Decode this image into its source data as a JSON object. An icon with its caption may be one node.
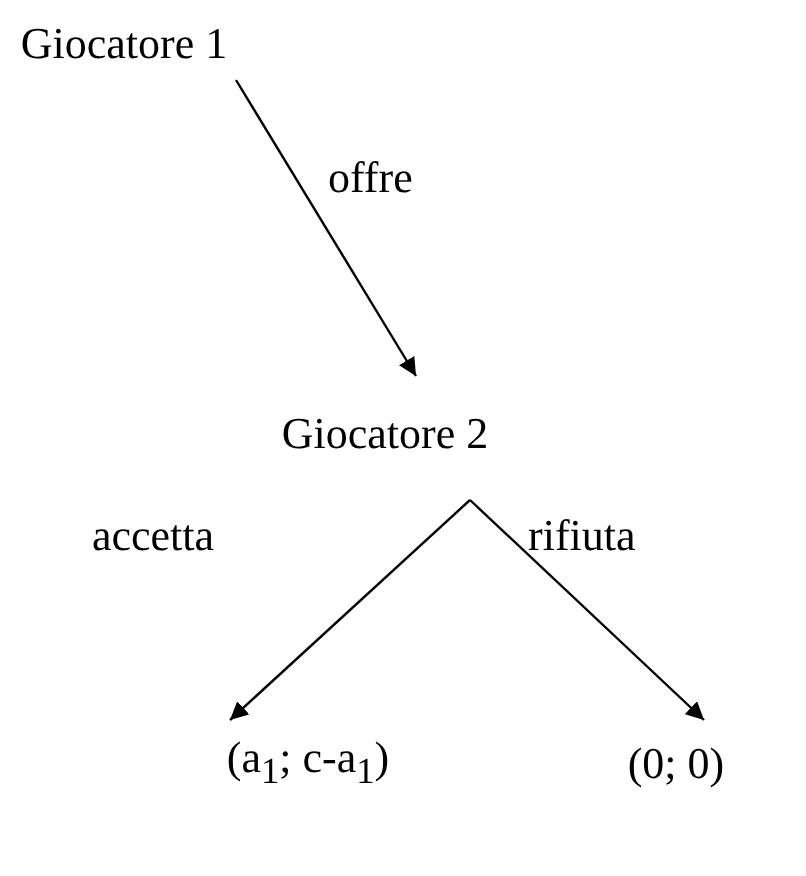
{
  "diagram": {
    "nodes": [
      {
        "text": [
          "Giocatore 1"
        ]
      },
      {
        "text": [
          "Giocatore 2"
        ]
      },
      {
        "text": [
          "(a$_{1}$; c-a$_{1}$)"
        ]
      },
      {
        "text": [
          "(0; 0)"
        ]
      }
    ],
    "edges": [
      {
        "from": 0,
        "to": 1,
        "arrow": "to",
        "label": "offre"
      },
      {
        "from": 1,
        "to": 2,
        "arrow": "to",
        "label": "accetta"
      },
      {
        "from": 1,
        "to": 3,
        "arrow": "to",
        "label": "rifiuta"
      }
    ]
  }
}
